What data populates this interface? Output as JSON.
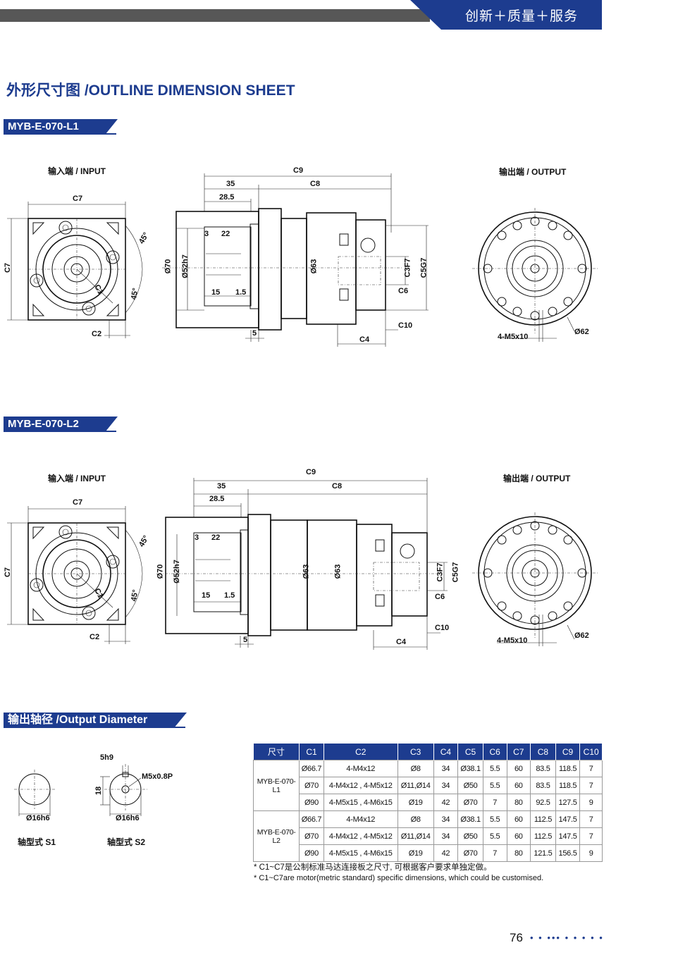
{
  "header": {
    "slogan": "创新＋质量＋服务"
  },
  "title": "外形尺寸图 /OUTLINE DIMENSION SHEET",
  "sections": [
    {
      "model": "MYB-E-070-L1",
      "input_label": "输入端 / INPUT",
      "output_label": "输出端 / OUTPUT",
      "dims": {
        "c7": "C7",
        "c7v": "C7",
        "c2": "C2",
        "c1": "C1",
        "a45a": "45°",
        "a45b": "45°",
        "c9": "C9",
        "d35": "35",
        "c8": "C8",
        "d285": "28.5",
        "d3": "3",
        "d22": "22",
        "d70": "Ø70",
        "d52": "Ø52h7",
        "d63": "Ø63",
        "c3": "C3F7",
        "c5": "C5G7",
        "c6": "C6",
        "d15": "15",
        "d15b": "1.5",
        "d5": "5",
        "c10": "C10",
        "c4": "C4",
        "m5": "4-M5x10",
        "d62": "Ø62"
      }
    },
    {
      "model": "MYB-E-070-L2",
      "input_label": "输入端 / INPUT",
      "output_label": "输出端 / OUTPUT",
      "dims": {
        "c7": "C7",
        "c7v": "C7",
        "c2": "C2",
        "c1": "C1",
        "a45a": "45°",
        "a45b": "45°",
        "c9": "C9",
        "d35": "35",
        "c8": "C8",
        "d285": "28.5",
        "d3": "3",
        "d22": "22",
        "d70": "Ø70",
        "d52": "Ø52h7",
        "d63a": "Ø63",
        "d63b": "Ø63",
        "c3": "C3F7",
        "c5": "C5G7",
        "c6": "C6",
        "d15": "15",
        "d15b": "1.5",
        "d5": "5",
        "c10": "C10",
        "c4": "C4",
        "m5": "4-M5x10",
        "d62": "Ø62"
      }
    }
  ],
  "output_diameter": {
    "title": "输出轴径 /Output Diameter",
    "s1": {
      "dia": "Ø16h6",
      "label": "轴型式 S1"
    },
    "s2": {
      "key": "5h9",
      "len": "18",
      "thread": "M5x0.8P",
      "dia": "Ø16h6",
      "label": "轴型式 S2"
    }
  },
  "spec_table": {
    "headers": [
      "尺寸",
      "C1",
      "C2",
      "C3",
      "C4",
      "C5",
      "C6",
      "C7",
      "C8",
      "C9",
      "C10"
    ],
    "groups": [
      {
        "model": "MYB-E-070-L1",
        "rows": [
          [
            "Ø66.7",
            "4-M4x12",
            "Ø8",
            "34",
            "Ø38.1",
            "5.5",
            "60",
            "83.5",
            "118.5",
            "7"
          ],
          [
            "Ø70",
            "4-M4x12 , 4-M5x12",
            "Ø11,Ø14",
            "34",
            "Ø50",
            "5.5",
            "60",
            "83.5",
            "118.5",
            "7"
          ],
          [
            "Ø90",
            "4-M5x15 , 4-M6x15",
            "Ø19",
            "42",
            "Ø70",
            "7",
            "80",
            "92.5",
            "127.5",
            "9"
          ]
        ]
      },
      {
        "model": "MYB-E-070-L2",
        "rows": [
          [
            "Ø66.7",
            "4-M4x12",
            "Ø8",
            "34",
            "Ø38.1",
            "5.5",
            "60",
            "112.5",
            "147.5",
            "7"
          ],
          [
            "Ø70",
            "4-M4x12 , 4-M5x12",
            "Ø11,Ø14",
            "34",
            "Ø50",
            "5.5",
            "60",
            "112.5",
            "147.5",
            "7"
          ],
          [
            "Ø90",
            "4-M5x15 , 4-M6x15",
            "Ø19",
            "42",
            "Ø70",
            "7",
            "80",
            "121.5",
            "156.5",
            "9"
          ]
        ]
      }
    ]
  },
  "notes": [
    "* C1~C7是公制标准马达连接板之尺寸, 可根据客户要求单独定做。",
    "* C1~C7are motor(metric standard)  specific dimensions, which could be customised."
  ],
  "footer": {
    "page": "76",
    "dots": "• • ••• • • • • •"
  },
  "colors": {
    "brand_blue": "#1d3c8f",
    "bar_gray": "#575757"
  }
}
